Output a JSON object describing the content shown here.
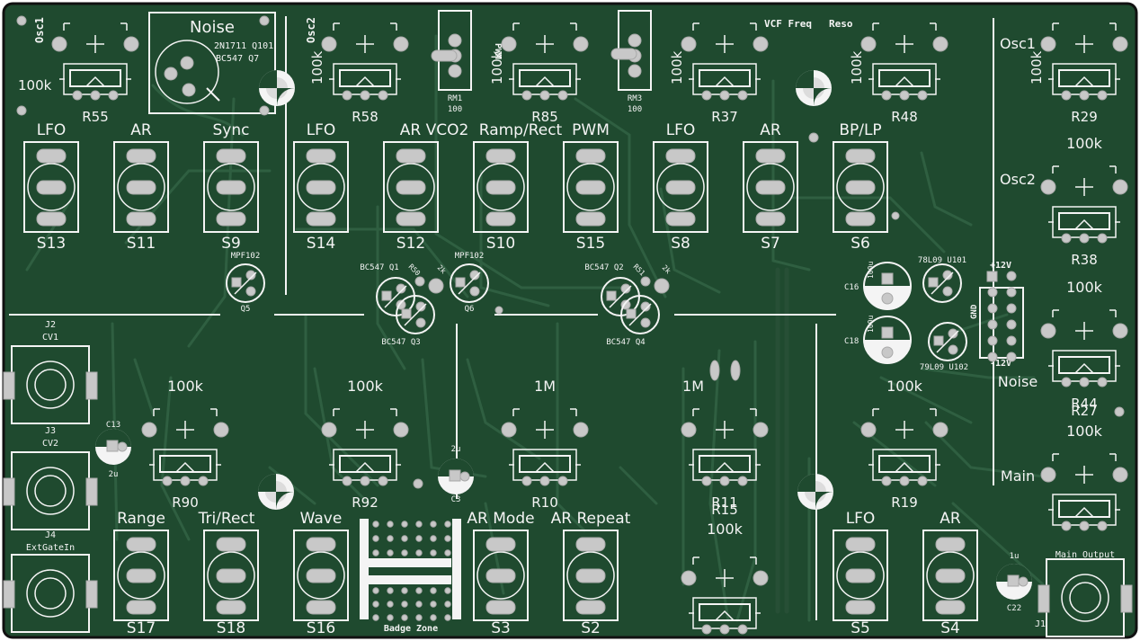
{
  "colors": {
    "board": "#1f4a2f",
    "trace": "#2f5f41",
    "silk": "#f4f4f4",
    "pad": "#c8c8c8",
    "edge": "#111111"
  },
  "top_labels": {
    "osc1_left": "Osc1",
    "noise_title": "Noise",
    "transistor_2n1711": "2N1711 Q101",
    "transistor_bc547_q7": "BC547   Q7",
    "osc2_left": "Osc2",
    "pwm": "PWM",
    "rm1": "RM1",
    "rm1_value": "100",
    "rm3": "RM3",
    "rm3_value": "100",
    "vcf_freq": "VCF Freq",
    "reso": "Reso",
    "osc1_right": "Osc1",
    "osc2_right": "Osc2",
    "noise_right": "Noise",
    "main_right": "Main"
  },
  "top_pots": [
    {
      "value": "100k",
      "ref": "R55"
    },
    {
      "value": "100k",
      "ref": "R58"
    },
    {
      "value": "100k",
      "ref": "R85"
    },
    {
      "value": "100k",
      "ref": "R37"
    },
    {
      "value": "100k",
      "ref": "R48"
    },
    {
      "value": "100k",
      "ref": "R29"
    }
  ],
  "top_switches": [
    {
      "label": "LFO",
      "ref": "S13"
    },
    {
      "label": "AR",
      "ref": "S11"
    },
    {
      "label": "Sync",
      "ref": "S9"
    },
    {
      "label": "LFO",
      "ref": "S14"
    },
    {
      "label": "AR VCO2",
      "ref": "S12"
    },
    {
      "label": "Ramp/Rect",
      "ref": "S10"
    },
    {
      "label": "PWM",
      "ref": "S15"
    },
    {
      "label": "LFO",
      "ref": "S8"
    },
    {
      "label": "AR",
      "ref": "S7"
    },
    {
      "label": "BP/LP",
      "ref": "S6"
    }
  ],
  "right_pots": [
    {
      "value": "100k",
      "ref": "R38"
    },
    {
      "value": "100k",
      "ref": "R44"
    },
    {
      "value": "100k",
      "ref": "R27"
    }
  ],
  "middle": {
    "mpf102_q5": "MPF102",
    "q5": "Q5",
    "bc547_q1": "BC547 Q1",
    "r50": "R50",
    "r50_value": "2k",
    "mpf102_q6": "MPF102",
    "q6": "Q6",
    "bc547_q3": "BC547 Q3",
    "bc547_q2": "BC547 Q2",
    "r51": "R51",
    "r51_value": "2k",
    "bc547_q4": "BC547 Q4",
    "c16": "C16",
    "c16_value": "100u",
    "c18": "C18",
    "c18_value": "100u",
    "reg_u101": "78L09  U101",
    "reg_u102": "79L09  U102",
    "plus12": "+12V",
    "gnd": "GND",
    "minus12": "-12V"
  },
  "jacks": {
    "j2": "J2",
    "cv1": "CV1",
    "j3": "J3",
    "cv2": "CV2",
    "j4": "J4",
    "ext_gate": "ExtGateIn",
    "main_output": "Main Output",
    "j1": "J1"
  },
  "caps": {
    "c13": "C13",
    "c13_value": "2u",
    "c3": "C3",
    "c3_value": "2u",
    "c22": "C22",
    "c22_value": "1u"
  },
  "bottom_pots": [
    {
      "value": "100k",
      "ref": "R90"
    },
    {
      "value": "100k",
      "ref": "R92"
    },
    {
      "value": "1M",
      "ref": "R10"
    },
    {
      "value": "1M",
      "ref": "R11"
    },
    {
      "value": "100k",
      "ref": "R19"
    }
  ],
  "r15": {
    "ref": "R15",
    "value": "100k"
  },
  "bottom_switches": [
    {
      "label": "Range",
      "ref": "S17"
    },
    {
      "label": "Tri/Rect",
      "ref": "S18"
    },
    {
      "label": "Wave",
      "ref": "S16"
    },
    {
      "label": "AR Mode",
      "ref": "S3"
    },
    {
      "label": "AR Repeat",
      "ref": "S2"
    },
    {
      "label": "LFO",
      "ref": "S5"
    },
    {
      "label": "AR",
      "ref": "S4"
    }
  ],
  "badge_zone": "Badge Zone"
}
